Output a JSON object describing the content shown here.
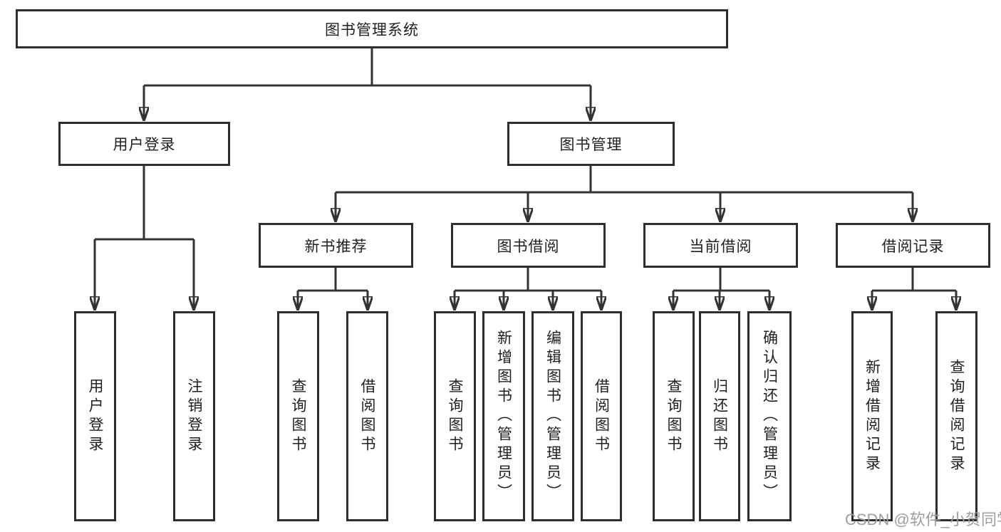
{
  "tree": {
    "root": {
      "label": "图书管理系统",
      "children": [
        {
          "label": "用户登录",
          "children": [
            {
              "label": "用户登录"
            },
            {
              "label": "注销登录"
            }
          ]
        },
        {
          "label": "图书管理",
          "children": [
            {
              "label": "新书推荐",
              "children": [
                {
                  "label": "查询图书"
                },
                {
                  "label": "借阅图书"
                }
              ]
            },
            {
              "label": "图书借阅",
              "children": [
                {
                  "label": "查询图书"
                },
                {
                  "label": "新增图书（管理员）"
                },
                {
                  "label": "编辑图书（管理员）"
                },
                {
                  "label": "借阅图书"
                }
              ]
            },
            {
              "label": "当前借阅",
              "children": [
                {
                  "label": "查询图书"
                },
                {
                  "label": "归还图书"
                },
                {
                  "label": "确认归还（管理员）"
                }
              ]
            },
            {
              "label": "借阅记录",
              "children": [
                {
                  "label": "新增借阅记录"
                },
                {
                  "label": "查询借阅记录"
                }
              ]
            }
          ]
        }
      ]
    }
  },
  "watermark": {
    "text": "CSDN @软件_小贺同学"
  },
  "colors": {
    "line": "#333333",
    "box_border": "#2e2e2e",
    "text": "#1f1f1f",
    "watermark": "#9e9e9e",
    "background": "#ffffff"
  }
}
